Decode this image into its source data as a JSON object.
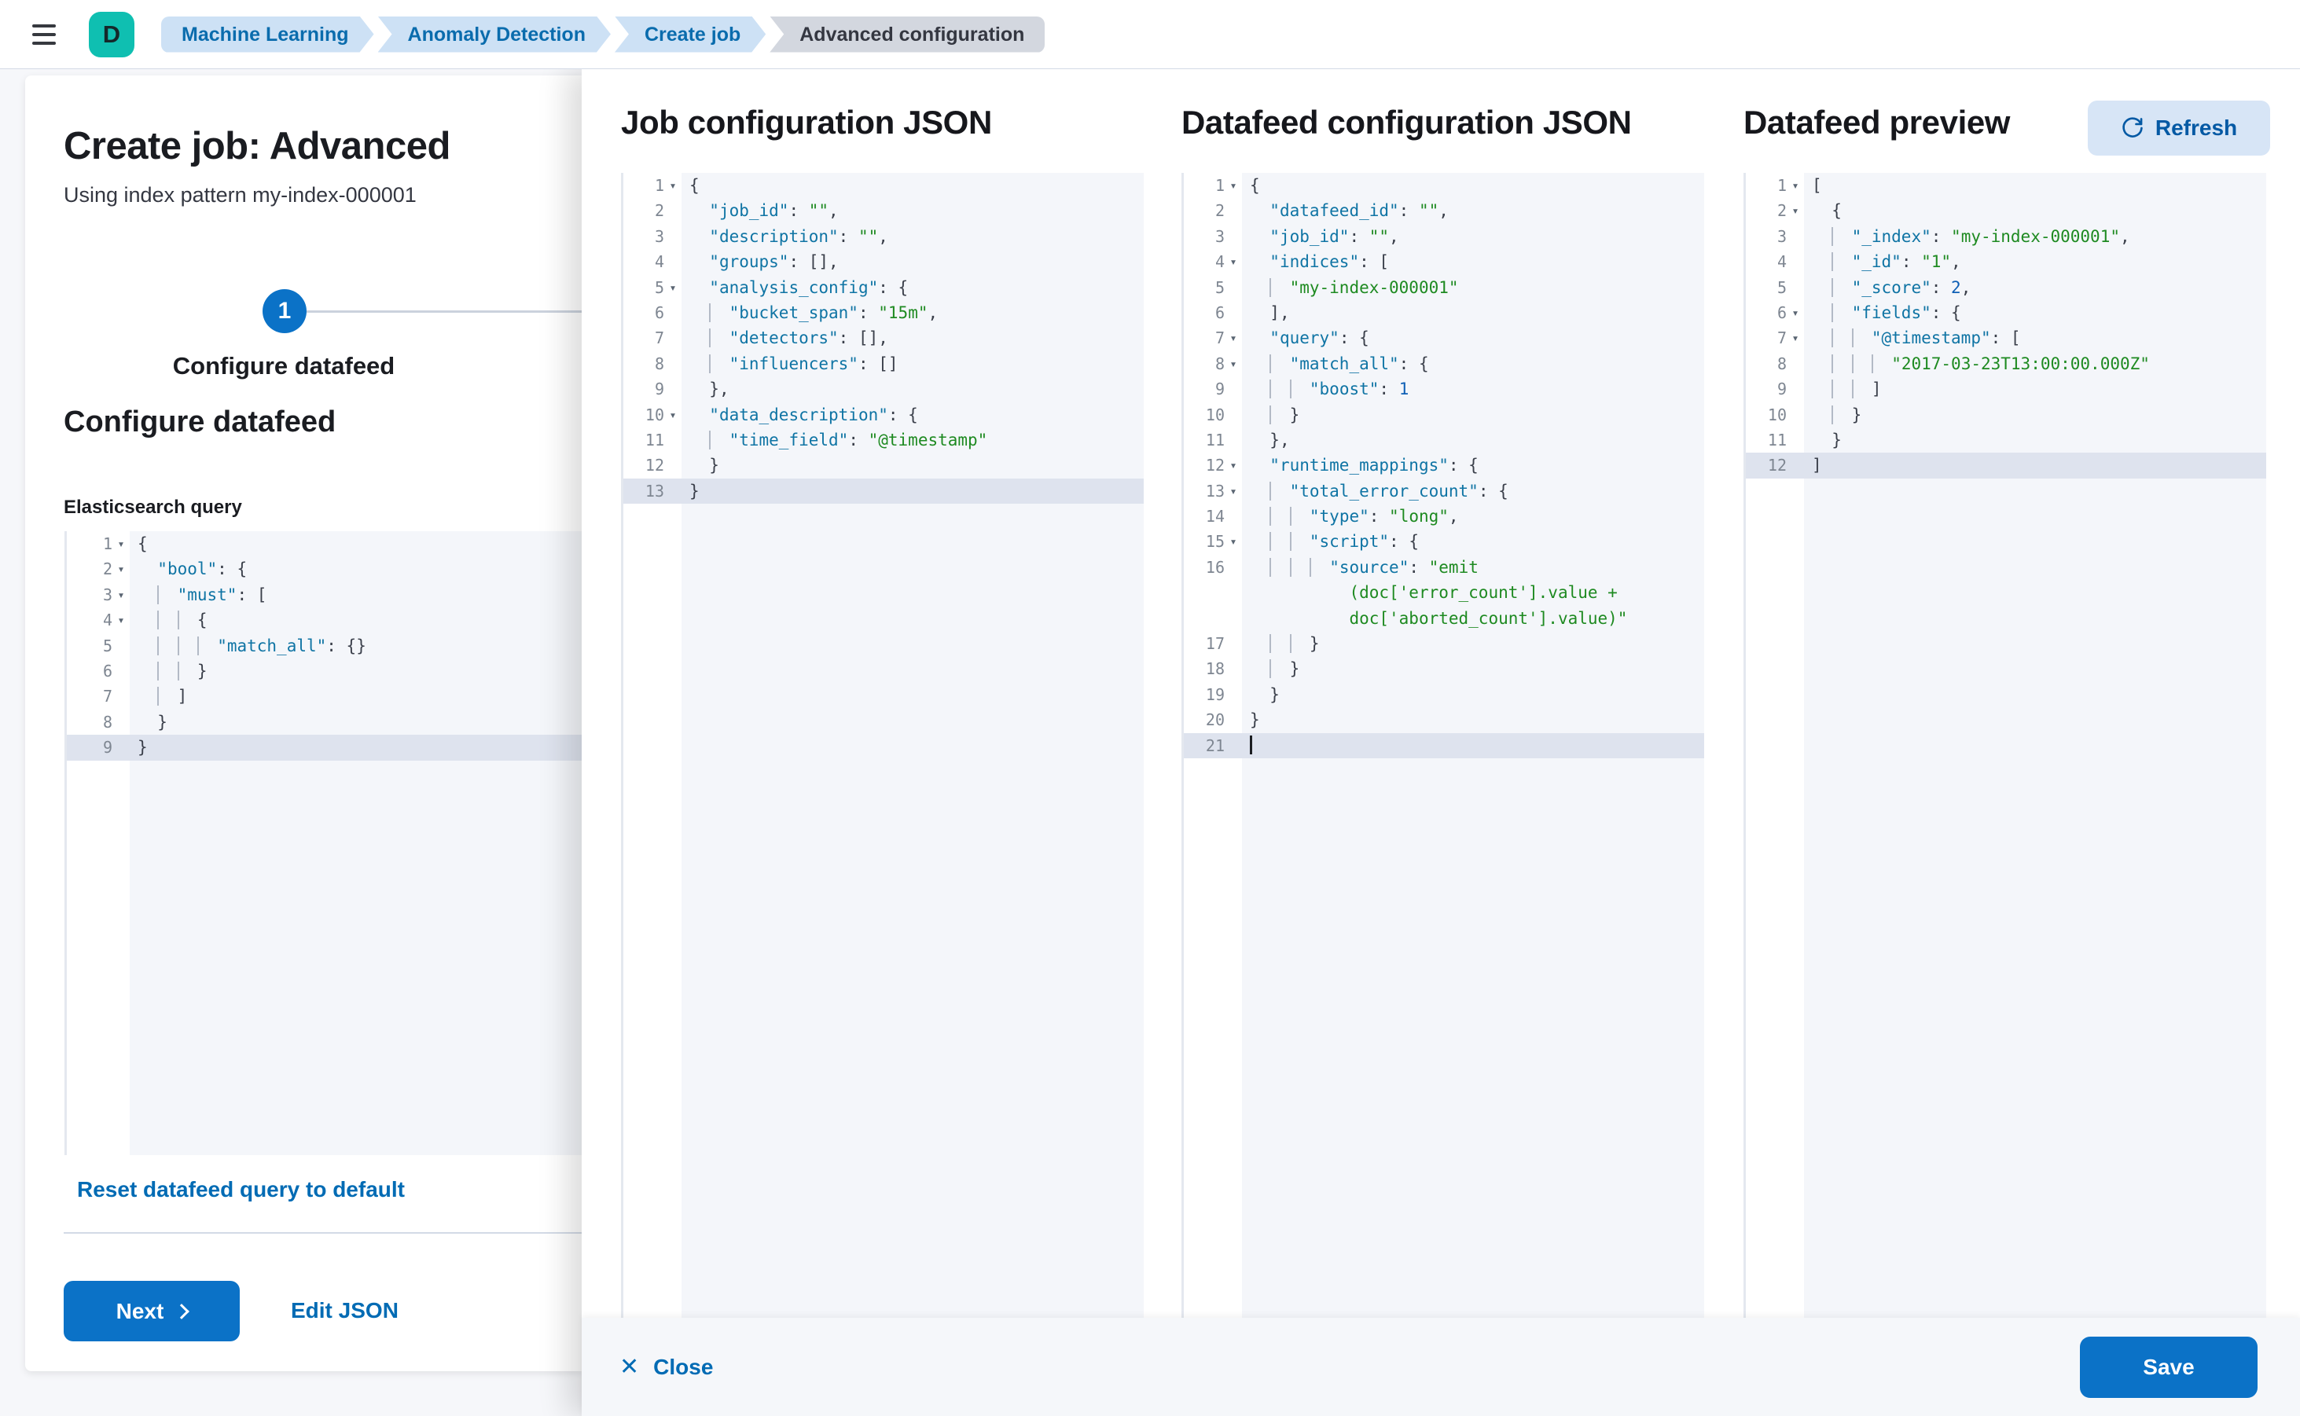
{
  "header": {
    "space_initial": "D",
    "breadcrumbs": [
      {
        "label": "Machine Learning",
        "current": false
      },
      {
        "label": "Anomaly Detection",
        "current": false
      },
      {
        "label": "Create job",
        "current": false
      },
      {
        "label": "Advanced configuration",
        "current": true
      }
    ]
  },
  "left_panel": {
    "title": "Create job: Advanced",
    "subtitle": "Using index pattern my-index-000001",
    "step": {
      "number": "1",
      "label": "Configure datafeed"
    },
    "section_heading": "Configure datafeed",
    "query_label": "Elasticsearch query",
    "reset_link": "Reset datafeed query to default",
    "next_label": "Next",
    "edit_json_label": "Edit JSON"
  },
  "flyout": {
    "columns": [
      {
        "title": "Job configuration JSON"
      },
      {
        "title": "Datafeed configuration JSON"
      },
      {
        "title": "Datafeed preview",
        "refresh_label": "Refresh"
      }
    ],
    "close_label": "Close",
    "save_label": "Save"
  },
  "colors": {
    "accent": "#0b72c7",
    "link": "#006bb4",
    "badge": "#0fbfb1",
    "crumb_bg": "#cde1f5",
    "crumb_text": "#0a6cad",
    "crumb_current_bg": "#d3d7df",
    "crumb_current_text": "#343741",
    "code_key": "#0f74a4",
    "code_string": "#1e8a21",
    "code_number": "#0e5fb5",
    "code_punct": "#3a3f4a",
    "editor_bg": "#f4f6fa",
    "active_line": "#dee3ee",
    "refresh_bg": "#d7e5f6",
    "refresh_text": "#0459a4"
  },
  "editors": {
    "es_query": {
      "lines": [
        {
          "n": "1",
          "fold": true,
          "tokens": [
            [
              "p",
              "{"
            ]
          ]
        },
        {
          "n": "2",
          "fold": true,
          "tokens": [
            [
              "w",
              "  "
            ],
            [
              "k",
              "\"bool\""
            ],
            [
              "p",
              ": {"
            ]
          ]
        },
        {
          "n": "3",
          "fold": true,
          "tokens": [
            [
              "w",
              "  "
            ],
            [
              "g",
              ""
            ],
            [
              "k",
              "\"must\""
            ],
            [
              "p",
              ": ["
            ]
          ]
        },
        {
          "n": "4",
          "fold": true,
          "tokens": [
            [
              "w",
              "  "
            ],
            [
              "g",
              ""
            ],
            [
              "g",
              ""
            ],
            [
              "p",
              "{"
            ]
          ]
        },
        {
          "n": "5",
          "tokens": [
            [
              "w",
              "  "
            ],
            [
              "g",
              ""
            ],
            [
              "g",
              ""
            ],
            [
              "g",
              ""
            ],
            [
              "k",
              "\"match_all\""
            ],
            [
              "p",
              ": {}"
            ]
          ]
        },
        {
          "n": "6",
          "tokens": [
            [
              "w",
              "  "
            ],
            [
              "g",
              ""
            ],
            [
              "g",
              ""
            ],
            [
              "p",
              "}"
            ]
          ]
        },
        {
          "n": "7",
          "tokens": [
            [
              "w",
              "  "
            ],
            [
              "g",
              ""
            ],
            [
              "p",
              "]"
            ]
          ]
        },
        {
          "n": "8",
          "tokens": [
            [
              "w",
              "  "
            ],
            [
              "p",
              "}"
            ]
          ]
        },
        {
          "n": "9",
          "active": true,
          "tokens": [
            [
              "p",
              "}"
            ]
          ]
        }
      ]
    },
    "job_config": {
      "lines": [
        {
          "n": "1",
          "fold": true,
          "tokens": [
            [
              "p",
              "{"
            ]
          ]
        },
        {
          "n": "2",
          "tokens": [
            [
              "w",
              "  "
            ],
            [
              "k",
              "\"job_id\""
            ],
            [
              "p",
              ": "
            ],
            [
              "s",
              "\"\""
            ],
            [
              "p",
              ","
            ]
          ]
        },
        {
          "n": "3",
          "tokens": [
            [
              "w",
              "  "
            ],
            [
              "k",
              "\"description\""
            ],
            [
              "p",
              ": "
            ],
            [
              "s",
              "\"\""
            ],
            [
              "p",
              ","
            ]
          ]
        },
        {
          "n": "4",
          "tokens": [
            [
              "w",
              "  "
            ],
            [
              "k",
              "\"groups\""
            ],
            [
              "p",
              ": [],"
            ]
          ]
        },
        {
          "n": "5",
          "fold": true,
          "tokens": [
            [
              "w",
              "  "
            ],
            [
              "k",
              "\"analysis_config\""
            ],
            [
              "p",
              ": {"
            ]
          ]
        },
        {
          "n": "6",
          "tokens": [
            [
              "w",
              "  "
            ],
            [
              "g",
              ""
            ],
            [
              "k",
              "\"bucket_span\""
            ],
            [
              "p",
              ": "
            ],
            [
              "s",
              "\"15m\""
            ],
            [
              "p",
              ","
            ]
          ]
        },
        {
          "n": "7",
          "tokens": [
            [
              "w",
              "  "
            ],
            [
              "g",
              ""
            ],
            [
              "k",
              "\"detectors\""
            ],
            [
              "p",
              ": [],"
            ]
          ]
        },
        {
          "n": "8",
          "tokens": [
            [
              "w",
              "  "
            ],
            [
              "g",
              ""
            ],
            [
              "k",
              "\"influencers\""
            ],
            [
              "p",
              ": []"
            ]
          ]
        },
        {
          "n": "9",
          "tokens": [
            [
              "w",
              "  "
            ],
            [
              "p",
              "},"
            ]
          ]
        },
        {
          "n": "10",
          "fold": true,
          "tokens": [
            [
              "w",
              "  "
            ],
            [
              "k",
              "\"data_description\""
            ],
            [
              "p",
              ": {"
            ]
          ]
        },
        {
          "n": "11",
          "tokens": [
            [
              "w",
              "  "
            ],
            [
              "g",
              ""
            ],
            [
              "k",
              "\"time_field\""
            ],
            [
              "p",
              ": "
            ],
            [
              "s",
              "\"@timestamp\""
            ]
          ]
        },
        {
          "n": "12",
          "tokens": [
            [
              "w",
              "  "
            ],
            [
              "p",
              "}"
            ]
          ]
        },
        {
          "n": "13",
          "active": true,
          "tokens": [
            [
              "p",
              "}"
            ]
          ]
        }
      ]
    },
    "datafeed_config": {
      "lines": [
        {
          "n": "1",
          "fold": true,
          "tokens": [
            [
              "p",
              "{"
            ]
          ]
        },
        {
          "n": "2",
          "tokens": [
            [
              "w",
              "  "
            ],
            [
              "k",
              "\"datafeed_id\""
            ],
            [
              "p",
              ": "
            ],
            [
              "s",
              "\"\""
            ],
            [
              "p",
              ","
            ]
          ]
        },
        {
          "n": "3",
          "tokens": [
            [
              "w",
              "  "
            ],
            [
              "k",
              "\"job_id\""
            ],
            [
              "p",
              ": "
            ],
            [
              "s",
              "\"\""
            ],
            [
              "p",
              ","
            ]
          ]
        },
        {
          "n": "4",
          "fold": true,
          "tokens": [
            [
              "w",
              "  "
            ],
            [
              "k",
              "\"indices\""
            ],
            [
              "p",
              ": ["
            ]
          ]
        },
        {
          "n": "5",
          "tokens": [
            [
              "w",
              "  "
            ],
            [
              "g",
              ""
            ],
            [
              "s",
              "\"my-index-000001\""
            ]
          ]
        },
        {
          "n": "6",
          "tokens": [
            [
              "w",
              "  "
            ],
            [
              "p",
              "],"
            ]
          ]
        },
        {
          "n": "7",
          "fold": true,
          "tokens": [
            [
              "w",
              "  "
            ],
            [
              "k",
              "\"query\""
            ],
            [
              "p",
              ": {"
            ]
          ]
        },
        {
          "n": "8",
          "fold": true,
          "tokens": [
            [
              "w",
              "  "
            ],
            [
              "g",
              ""
            ],
            [
              "k",
              "\"match_all\""
            ],
            [
              "p",
              ": {"
            ]
          ]
        },
        {
          "n": "9",
          "tokens": [
            [
              "w",
              "  "
            ],
            [
              "g",
              ""
            ],
            [
              "g",
              ""
            ],
            [
              "k",
              "\"boost\""
            ],
            [
              "p",
              ": "
            ],
            [
              "n",
              "1"
            ]
          ]
        },
        {
          "n": "10",
          "tokens": [
            [
              "w",
              "  "
            ],
            [
              "g",
              ""
            ],
            [
              "p",
              "}"
            ]
          ]
        },
        {
          "n": "11",
          "tokens": [
            [
              "w",
              "  "
            ],
            [
              "p",
              "},"
            ]
          ]
        },
        {
          "n": "12",
          "fold": true,
          "tokens": [
            [
              "w",
              "  "
            ],
            [
              "k",
              "\"runtime_mappings\""
            ],
            [
              "p",
              ": {"
            ]
          ]
        },
        {
          "n": "13",
          "fold": true,
          "tokens": [
            [
              "w",
              "  "
            ],
            [
              "g",
              ""
            ],
            [
              "k",
              "\"total_error_count\""
            ],
            [
              "p",
              ": {"
            ]
          ]
        },
        {
          "n": "14",
          "tokens": [
            [
              "w",
              "  "
            ],
            [
              "g",
              ""
            ],
            [
              "g",
              ""
            ],
            [
              "k",
              "\"type\""
            ],
            [
              "p",
              ": "
            ],
            [
              "s",
              "\"long\""
            ],
            [
              "p",
              ","
            ]
          ]
        },
        {
          "n": "15",
          "fold": true,
          "tokens": [
            [
              "w",
              "  "
            ],
            [
              "g",
              ""
            ],
            [
              "g",
              ""
            ],
            [
              "k",
              "\"script\""
            ],
            [
              "p",
              ": {"
            ]
          ]
        },
        {
          "n": "16",
          "tokens": [
            [
              "w",
              "  "
            ],
            [
              "g",
              ""
            ],
            [
              "g",
              ""
            ],
            [
              "g",
              ""
            ],
            [
              "k",
              "\"source\""
            ],
            [
              "p",
              ": "
            ],
            [
              "s",
              "\"emit"
            ]
          ]
        },
        {
          "n": "",
          "tokens": [
            [
              "w",
              "          "
            ],
            [
              "s",
              "(doc['error_count'].value +"
            ]
          ]
        },
        {
          "n": "",
          "tokens": [
            [
              "w",
              "          "
            ],
            [
              "s",
              "doc['aborted_count'].value)\""
            ]
          ]
        },
        {
          "n": "17",
          "tokens": [
            [
              "w",
              "  "
            ],
            [
              "g",
              ""
            ],
            [
              "g",
              ""
            ],
            [
              "p",
              "}"
            ]
          ]
        },
        {
          "n": "18",
          "tokens": [
            [
              "w",
              "  "
            ],
            [
              "g",
              ""
            ],
            [
              "p",
              "}"
            ]
          ]
        },
        {
          "n": "19",
          "tokens": [
            [
              "w",
              "  "
            ],
            [
              "p",
              "}"
            ]
          ]
        },
        {
          "n": "20",
          "tokens": [
            [
              "p",
              "}"
            ]
          ]
        },
        {
          "n": "21",
          "active": true,
          "tokens": [
            [
              "cur",
              ""
            ]
          ]
        }
      ]
    },
    "datafeed_preview": {
      "lines": [
        {
          "n": "1",
          "fold": true,
          "tokens": [
            [
              "p",
              "["
            ]
          ]
        },
        {
          "n": "2",
          "fold": true,
          "tokens": [
            [
              "w",
              "  "
            ],
            [
              "p",
              "{"
            ]
          ]
        },
        {
          "n": "3",
          "tokens": [
            [
              "w",
              "  "
            ],
            [
              "g",
              ""
            ],
            [
              "k",
              "\"_index\""
            ],
            [
              "p",
              ": "
            ],
            [
              "s",
              "\"my-index-000001\""
            ],
            [
              "p",
              ","
            ]
          ]
        },
        {
          "n": "4",
          "tokens": [
            [
              "w",
              "  "
            ],
            [
              "g",
              ""
            ],
            [
              "k",
              "\"_id\""
            ],
            [
              "p",
              ": "
            ],
            [
              "s",
              "\"1\""
            ],
            [
              "p",
              ","
            ]
          ]
        },
        {
          "n": "5",
          "tokens": [
            [
              "w",
              "  "
            ],
            [
              "g",
              ""
            ],
            [
              "k",
              "\"_score\""
            ],
            [
              "p",
              ": "
            ],
            [
              "n",
              "2"
            ],
            [
              "p",
              ","
            ]
          ]
        },
        {
          "n": "6",
          "fold": true,
          "tokens": [
            [
              "w",
              "  "
            ],
            [
              "g",
              ""
            ],
            [
              "k",
              "\"fields\""
            ],
            [
              "p",
              ": {"
            ]
          ]
        },
        {
          "n": "7",
          "fold": true,
          "tokens": [
            [
              "w",
              "  "
            ],
            [
              "g",
              ""
            ],
            [
              "g",
              ""
            ],
            [
              "k",
              "\"@timestamp\""
            ],
            [
              "p",
              ": ["
            ]
          ]
        },
        {
          "n": "8",
          "tokens": [
            [
              "w",
              "  "
            ],
            [
              "g",
              ""
            ],
            [
              "g",
              ""
            ],
            [
              "g",
              ""
            ],
            [
              "s",
              "\"2017-03-23T13:00:00.000Z\""
            ]
          ]
        },
        {
          "n": "9",
          "tokens": [
            [
              "w",
              "  "
            ],
            [
              "g",
              ""
            ],
            [
              "g",
              ""
            ],
            [
              "p",
              "]"
            ]
          ]
        },
        {
          "n": "10",
          "tokens": [
            [
              "w",
              "  "
            ],
            [
              "g",
              ""
            ],
            [
              "p",
              "}"
            ]
          ]
        },
        {
          "n": "11",
          "tokens": [
            [
              "w",
              "  "
            ],
            [
              "p",
              "}"
            ]
          ]
        },
        {
          "n": "12",
          "active": true,
          "tokens": [
            [
              "p",
              "]"
            ]
          ]
        }
      ]
    }
  }
}
